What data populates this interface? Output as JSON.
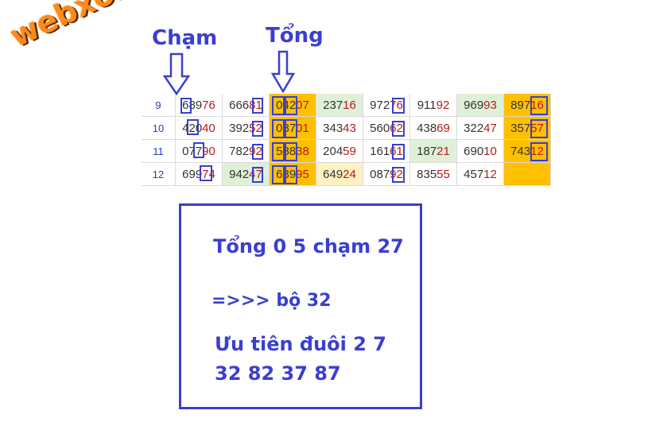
{
  "logo": {
    "text": "webxoso.net"
  },
  "labels": {
    "cham": "Chạm",
    "tong": "Tổng"
  },
  "table": {
    "rows": [
      {
        "num": "9",
        "cells": [
          "68976",
          "66681",
          "04207",
          "23716",
          "97276",
          "91192",
          "96993",
          "89716"
        ]
      },
      {
        "num": "10",
        "cells": [
          "42040",
          "39252",
          "08701",
          "34343",
          "56062",
          "43869",
          "32247",
          "35757"
        ]
      },
      {
        "num": "11",
        "cells": [
          "07790",
          "78292",
          "58838",
          "20459",
          "16161",
          "18721",
          "69010",
          "74312"
        ]
      },
      {
        "num": "12",
        "cells": [
          "69974",
          "94247",
          "63995",
          "64924",
          "08792",
          "83555",
          "45712",
          ""
        ]
      }
    ],
    "colors": {
      "highlight_border": "#3a3fd0",
      "orange": "#ffc000",
      "green": "#dff0d8",
      "yellow": "#fff2c2",
      "tail": "#b31b1b"
    }
  },
  "note": {
    "line1": "Tổng 0 5 chạm 27",
    "line2": "=>>> bộ 32",
    "line3": "Ưu tiên đuôi 2 7",
    "line4": "32 82 37 87"
  }
}
